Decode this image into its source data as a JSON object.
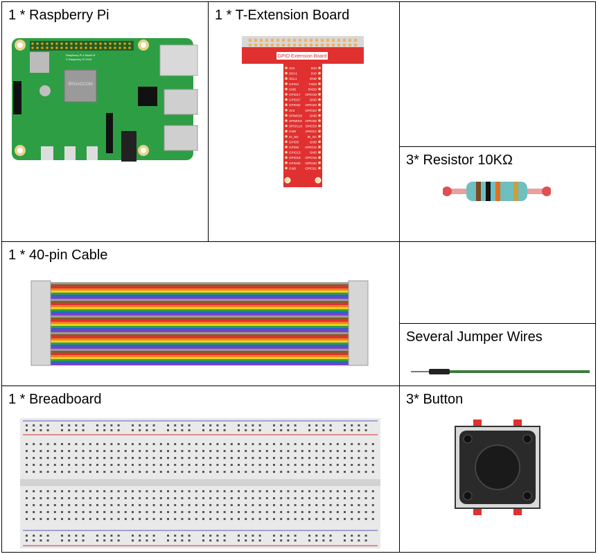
{
  "components": {
    "raspberry_pi": {
      "label": "1 * Raspberry Pi",
      "board_text": [
        "Raspberry Pi 4 Model B",
        "© Raspberry Pi 2018"
      ],
      "chip_text": "BROADCOM"
    },
    "t_extension": {
      "label": "1 * T-Extension Board",
      "board_title": "GPIO Extension Board",
      "pins_left": [
        "3V3",
        "SDA1",
        "SCL1",
        "GPIO4",
        "GND",
        "GPIO17",
        "GPIO27",
        "GPIO22",
        "3V3",
        "SPIMOSI",
        "SPIMISO",
        "SPISCLK",
        "GND",
        "ID_SD",
        "GPIO5",
        "GPIO6",
        "GPIO13",
        "GPIO19",
        "GPIO26",
        "GND"
      ],
      "pins_right": [
        "5V0",
        "5V0",
        "GND",
        "TXD0",
        "RXD0",
        "GPIO18",
        "GND",
        "GPIO23",
        "GPIO24",
        "GND",
        "GPIO25",
        "SPICE0",
        "SPICE1",
        "ID_SC",
        "GND",
        "GPIO12",
        "GND",
        "GPIO16",
        "GPIO20",
        "GPIO21"
      ]
    },
    "resistor": {
      "label": "3* Resistor 10KΩ"
    },
    "cable": {
      "label": "1 * 40-pin Cable"
    },
    "jumper": {
      "label": "Several Jumper Wires"
    },
    "breadboard": {
      "label": "1 * Breadboard"
    },
    "button": {
      "label": "3* Button"
    }
  },
  "colors": {
    "pcb_green": "#2e9e44",
    "tboard_red": "#e03030",
    "wire_green": "#3c7a3c",
    "button_body": "#2a2a2a"
  }
}
